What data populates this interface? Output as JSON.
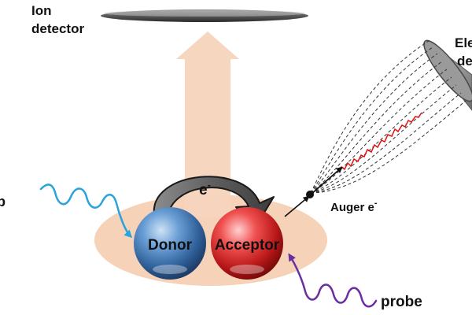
{
  "labels": {
    "ion_detector_line1": "Ion",
    "ion_detector_line2": "detector",
    "electron_detector_line1": "Ele",
    "electron_detector_line2": "de",
    "electron": "e",
    "electron_sup": "-",
    "donor": "Donor",
    "acceptor": "Acceptor",
    "auger": "Auger e",
    "auger_sup": "-",
    "probe": "probe",
    "pump_partial": "p"
  },
  "colors": {
    "donor": "#3c7cc0",
    "acceptor": "#e03030",
    "pump_wave": "#29a3dc",
    "probe_wave": "#6a2fa0",
    "ion_beam": "#f7d4bd",
    "halo": "#f6d2b8",
    "electron_trajectory": "#e01010",
    "detector_gray": "#8a8a8a"
  },
  "icons": {
    "ion_detector": "disk-detector-icon",
    "electron_detector": "cone-detector-icon",
    "transfer_arrow": "curved-arrow-icon"
  }
}
